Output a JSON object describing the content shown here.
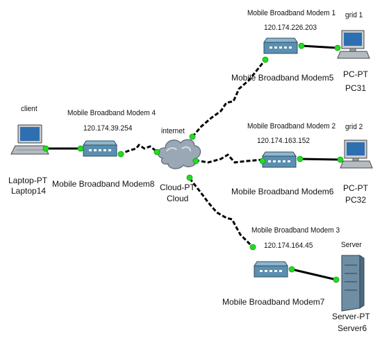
{
  "colors": {
    "cable": "#000000",
    "link_up": "#22dd22",
    "modem_body": "#5b8fb0",
    "cloud": "#9aa7b4",
    "device_gray": "#c8cdd2"
  },
  "nodes": {
    "laptop": {
      "tag": "client",
      "type": "Laptop-PT",
      "name": "Laptop14",
      "icon": "laptop-icon"
    },
    "modem8": {
      "tag_line1": "Mobile Broadband Modem 4",
      "tag_line2": "120.174.39.254",
      "name": "Mobile Broadband Modem8",
      "icon": "modem-icon"
    },
    "cloud": {
      "tag": "internet",
      "type": "Cloud-PT",
      "name": "Cloud",
      "icon": "cloud-icon"
    },
    "modem5": {
      "tag_line1": "Mobile Broadband Modem 1",
      "tag_line2": "120.174.226.203",
      "name": "Mobile Broadband Modem5",
      "icon": "modem-icon"
    },
    "pc31": {
      "tag": "grid 1",
      "type": "PC-PT",
      "name": "PC31",
      "icon": "pc-icon"
    },
    "modem6": {
      "tag_line1": "Mobile Broadband Modem 2",
      "tag_line2": "120.174.163.152",
      "name": "Mobile Broadband Modem6",
      "icon": "modem-icon"
    },
    "pc32": {
      "tag": "grid 2",
      "type": "PC-PT",
      "name": "PC32",
      "icon": "pc-icon"
    },
    "modem7": {
      "tag_line1": "Mobile Broadband Modem 3",
      "tag_line2": "120.174.164.45",
      "name": "Mobile Broadband Modem7",
      "icon": "modem-icon"
    },
    "server": {
      "tag": "Server",
      "type": "Server-PT",
      "name": "Server6",
      "icon": "server-icon"
    }
  }
}
